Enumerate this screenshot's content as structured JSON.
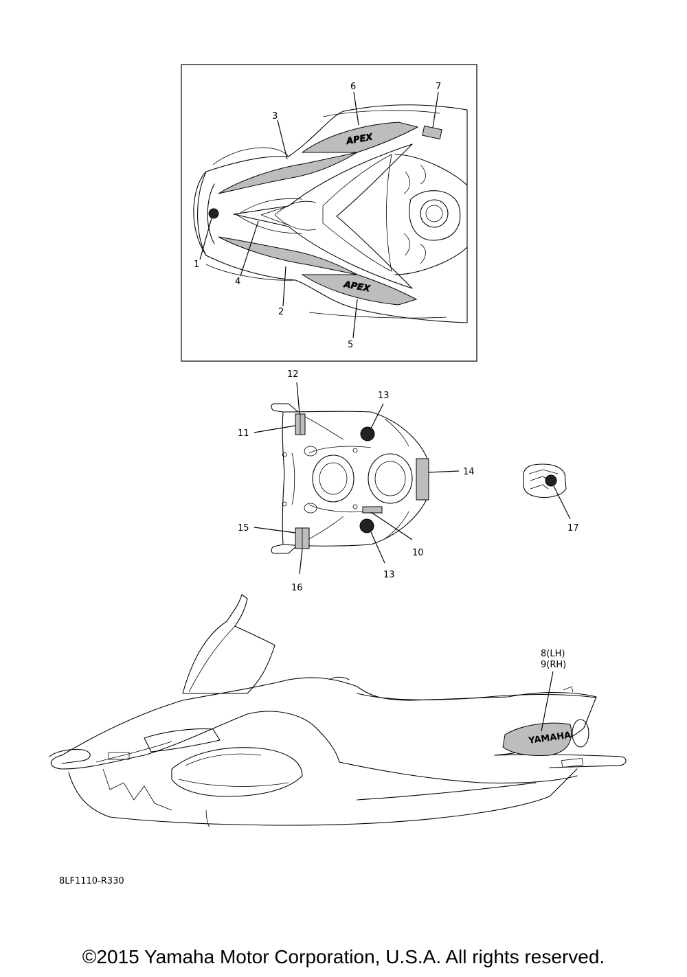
{
  "diagram_code": "8LF1110-R330",
  "copyright": "©2015 Yamaha Motor Corporation, U.S.A. All rights reserved.",
  "callouts": {
    "c1": "1",
    "c2": "2",
    "c3": "3",
    "c4": "4",
    "c5": "5",
    "c6": "6",
    "c7": "7",
    "c8": "8(LH)",
    "c9": "9(RH)",
    "c10": "10",
    "c11": "11",
    "c12": "12",
    "c13a": "13",
    "c13b": "13",
    "c14": "14",
    "c15": "15",
    "c16": "16",
    "c17": "17"
  },
  "decal_text": {
    "model_logo": "APEX",
    "brand_logo": "YAMAHA"
  }
}
